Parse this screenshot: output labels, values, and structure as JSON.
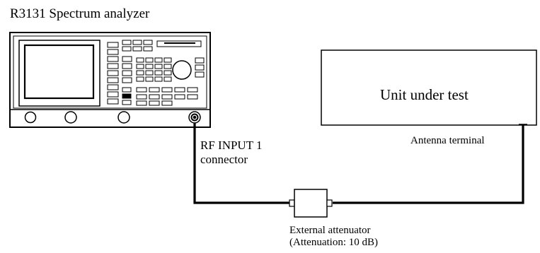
{
  "analyzer": {
    "title": "R3131 Spectrum analyzer"
  },
  "unit_under_test": {
    "label": "Unit under test",
    "terminal": "Antenna terminal"
  },
  "rf_input": {
    "line1": "RF INPUT 1",
    "line2": "connector"
  },
  "attenuator": {
    "line1": "External attenuator",
    "line2": "(Attenuation: 10 dB)"
  }
}
